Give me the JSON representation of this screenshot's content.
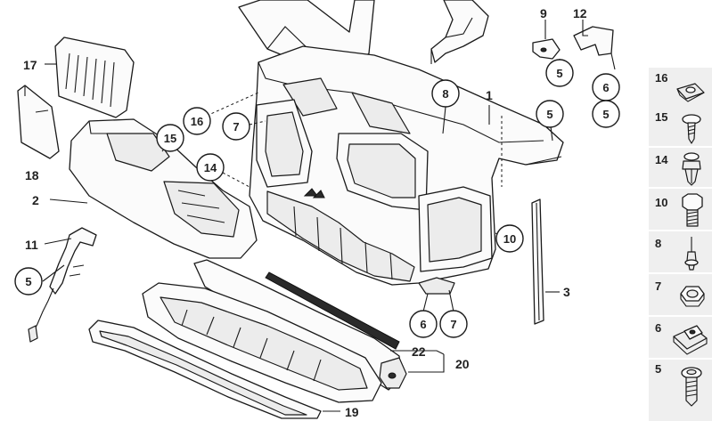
{
  "plain_labels": {
    "l1": "1",
    "l2": "2",
    "l3": "3",
    "l9": "9",
    "l11": "11",
    "l12": "12",
    "l17": "17",
    "l18": "18",
    "l19": "19",
    "l20": "20",
    "l22": "22"
  },
  "circle_labels": {
    "c5a": "5",
    "c5b": "5",
    "c5c": "5",
    "c5d": "5",
    "c6a": "6",
    "c6b": "6",
    "c7a": "7",
    "c7b": "7",
    "c8": "8",
    "c10": "10",
    "c14": "14",
    "c15": "15",
    "c16": "16"
  },
  "side_legend": {
    "items": [
      {
        "number": "16",
        "icon": "speed-nut-icon"
      },
      {
        "number": "15",
        "icon": "plastic-screw-icon"
      },
      {
        "number": "14",
        "icon": "expanding-rivet-icon"
      },
      {
        "number": "10",
        "icon": "hex-bolt-icon"
      },
      {
        "number": "8",
        "icon": "push-rivet-icon"
      },
      {
        "number": "7",
        "icon": "hex-nut-icon"
      },
      {
        "number": "6",
        "icon": "clip-nut-icon"
      },
      {
        "number": "5",
        "icon": "torx-screw-icon"
      }
    ]
  }
}
